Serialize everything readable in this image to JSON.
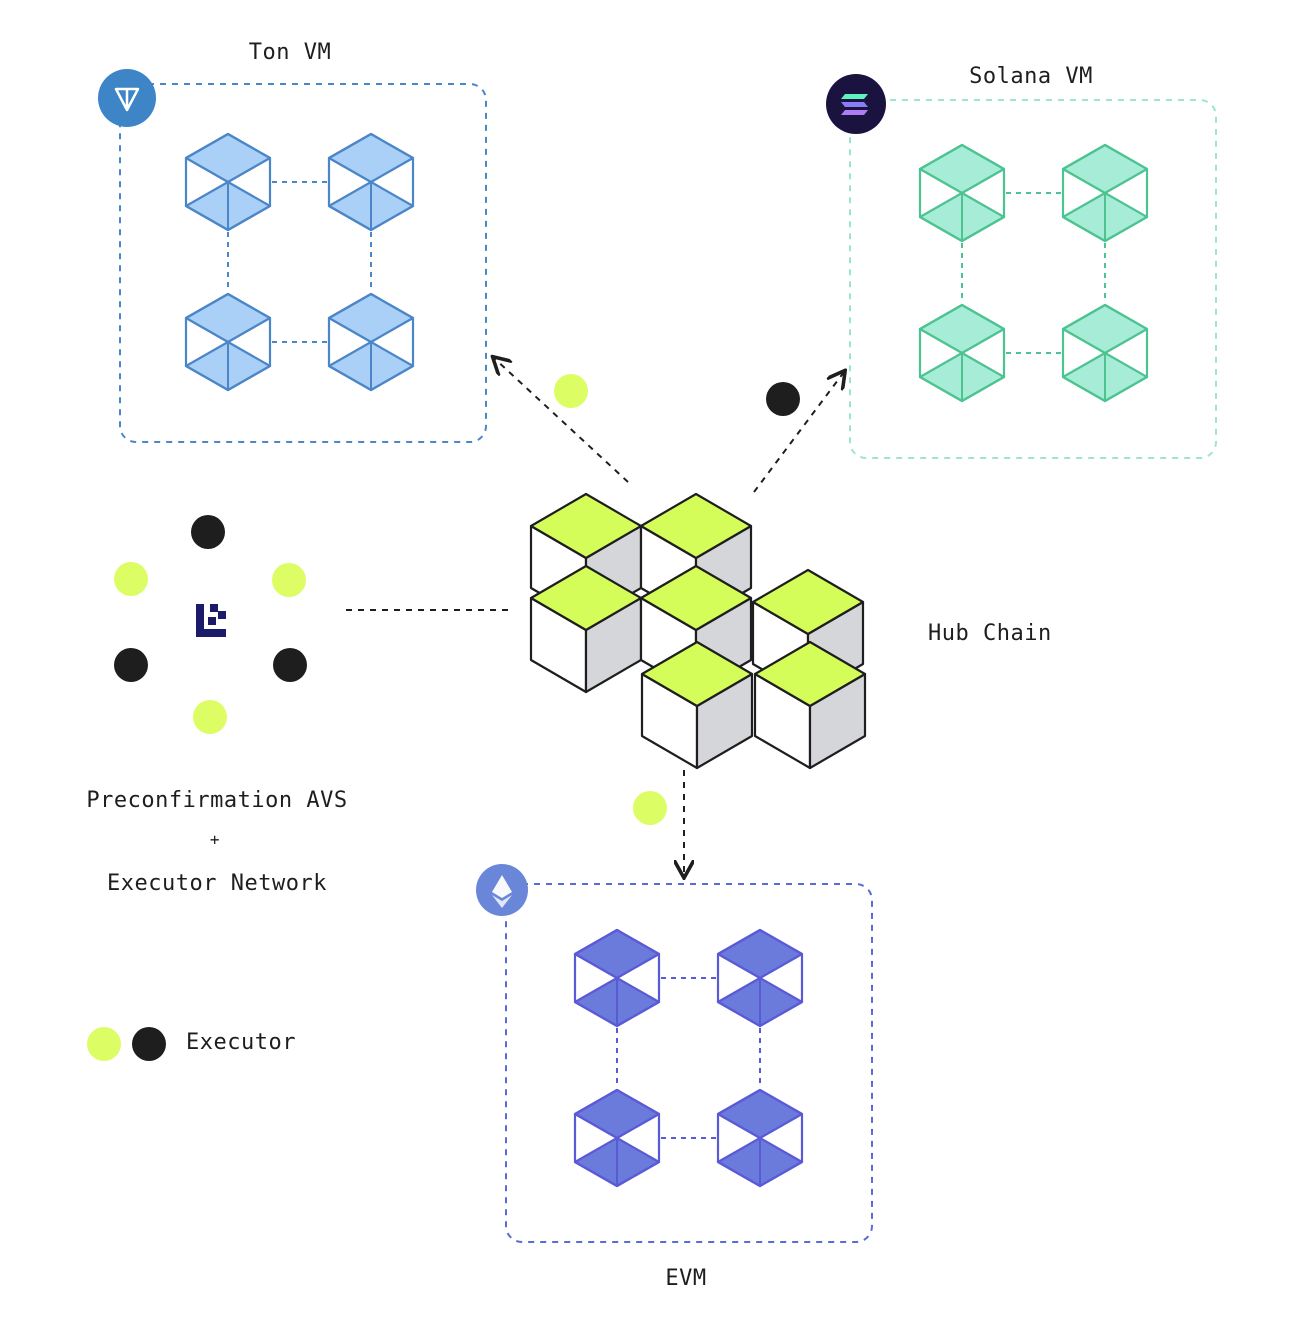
{
  "labels": {
    "ton_vm": "Ton VM",
    "solana_vm": "Solana VM",
    "evm": "EVM",
    "hub_chain": "Hub Chain",
    "avs_line1": "Preconfirmation AVS",
    "avs_plus": "+",
    "avs_line2": "Executor Network",
    "executor": "Executor"
  },
  "colors": {
    "ton": "#4a86c8",
    "ton_fill": "#aad0f7",
    "solana": "#4cc391",
    "solana_border": "#9fe5cc",
    "solana_fill": "#a7ecd6",
    "evm": "#5b5ad6",
    "evm_fill": "#6a7bdb",
    "hub_top": "#d4fd5a",
    "hub_side": "#d4d6d9",
    "executor_green": "#dcfd63",
    "executor_black": "#1e1e1e"
  },
  "icons": {
    "ton": "ton-logo-icon",
    "solana": "solana-logo-icon",
    "ethereum": "ethereum-logo-icon",
    "avs": "avs-logo-icon"
  }
}
